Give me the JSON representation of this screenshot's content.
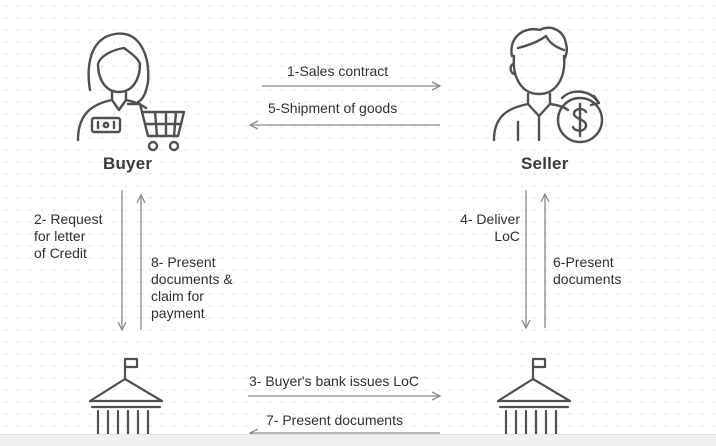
{
  "parties": {
    "buyer": "Buyer",
    "seller": "Seller"
  },
  "flows": {
    "sales_contract": "1-Sales contract",
    "shipment": "5-Shipment of goods",
    "request_loc": [
      "2- Request",
      "for letter",
      "of Credit"
    ],
    "present_claim": [
      "8- Present",
      "documents &",
      "claim for",
      "payment"
    ],
    "deliver_loc": [
      "4- Deliver",
      "LoC"
    ],
    "present_docs_seller": [
      "6-Present",
      "documents"
    ],
    "bank_issues_loc": "3- Buyer's bank issues LoC",
    "present_docs_banks": "7- Present documents"
  },
  "icons": {
    "buyer": "buyer-with-cart-icon",
    "seller": "seller-with-dollar-icon",
    "buyer_bank": "bank-building-icon",
    "seller_bank": "bank-building-icon"
  },
  "colors": {
    "line": "#8a8a8a",
    "text": "#2f2f2f",
    "icon": "#505050"
  }
}
